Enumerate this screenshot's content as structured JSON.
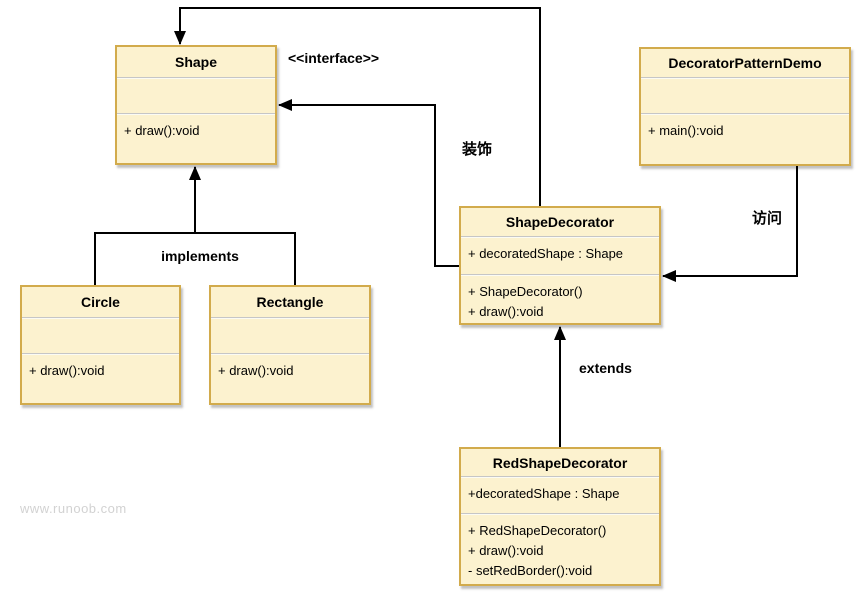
{
  "page": {
    "watermark": "www.runoob.com"
  },
  "colors": {
    "box_fill": "#FCF2CF",
    "box_border": "#D2AB4C",
    "connector": "#000000",
    "section_divider": "#C6C6C6",
    "watermark_text": "#D2D2D2",
    "background": "#FFFFFF"
  },
  "labels": {
    "interface_stereotype": "<<interface>>",
    "implements": "implements",
    "extends": "extends",
    "decorate_zh": "装饰",
    "access_zh": "访问"
  },
  "classes": {
    "shape": {
      "name": "Shape",
      "attributes": [],
      "methods": [
        "+ draw():void"
      ]
    },
    "decorator_pattern_demo": {
      "name": "DecoratorPatternDemo",
      "attributes": [],
      "methods": [
        "+ main():void"
      ]
    },
    "shape_decorator": {
      "name": "ShapeDecorator",
      "attributes": [
        "+ decoratedShape : Shape"
      ],
      "methods": [
        "+ ShapeDecorator()",
        "+ draw():void"
      ]
    },
    "circle": {
      "name": "Circle",
      "attributes": [],
      "methods": [
        "+ draw():void"
      ]
    },
    "rectangle": {
      "name": "Rectangle",
      "attributes": [],
      "methods": [
        "+ draw():void"
      ]
    },
    "red_shape_decorator": {
      "name": "RedShapeDecorator",
      "attributes": [
        "+decoratedShape : Shape"
      ],
      "methods": [
        "+ RedShapeDecorator()",
        "+ draw():void",
        "- setRedBorder():void"
      ]
    }
  }
}
